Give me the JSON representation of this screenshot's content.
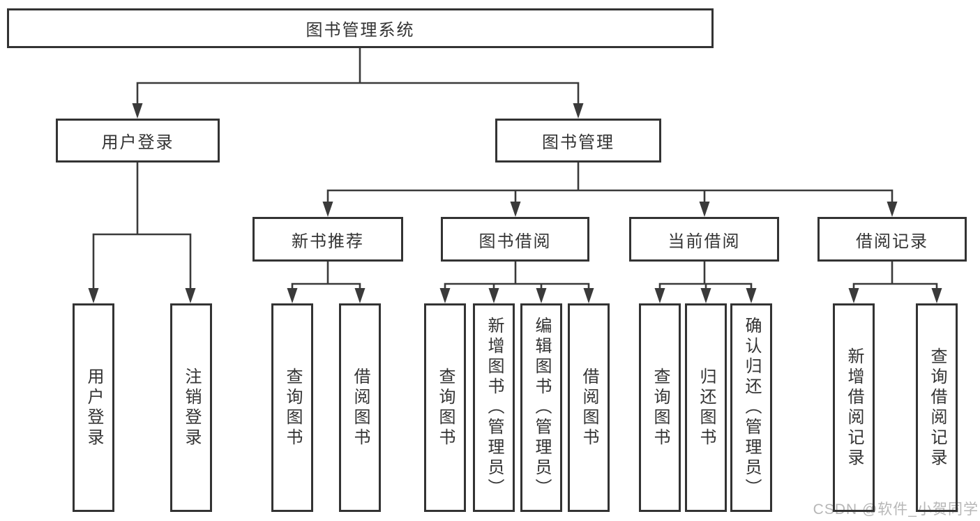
{
  "diagram": {
    "type": "hierarchy-tree",
    "root": "图书管理系统",
    "level2": [
      "用户登录",
      "图书管理"
    ],
    "level3": [
      "新书推荐",
      "图书借阅",
      "当前借阅",
      "借阅记录"
    ],
    "leaves": {
      "user_login": [
        "用户登录",
        "注销登录"
      ],
      "new_book_recommend": [
        "查询图书",
        "借阅图书"
      ],
      "book_borrow": [
        "查询图书",
        "新增图书（管理员）",
        "编辑图书（管理员）",
        "借阅图书"
      ],
      "current_borrow": [
        "查询图书",
        "归还图书",
        "确认归还（管理员）"
      ],
      "borrow_records": [
        "新增借阅记录",
        "查询借阅记录"
      ]
    },
    "watermark": "CSDN @软件_小贺同学",
    "colors": {
      "line": "#3a3a3a",
      "box_border": "#333333",
      "text": "#333333",
      "watermark": "#b7b7b7",
      "background": "#ffffff"
    }
  }
}
